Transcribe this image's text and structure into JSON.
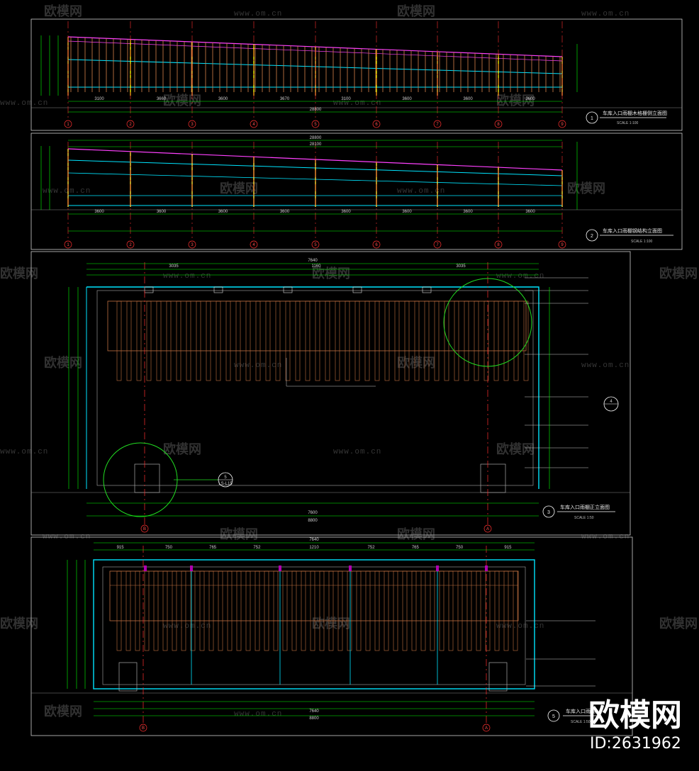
{
  "drawings": [
    {
      "number": "1",
      "title": "车库入口雨棚木格栅侧立面图",
      "scale": "SCALE 1:100",
      "dims_top": [
        "3100",
        "3660",
        "3600",
        "3670",
        "3100",
        "3600",
        "3600",
        "3600"
      ],
      "total": "28800",
      "grid": [
        "1",
        "2",
        "3",
        "4",
        "5",
        "6",
        "7",
        "8",
        "9"
      ]
    },
    {
      "number": "2",
      "title": "车库入口雨棚钢结构立面图",
      "scale": "SCALE 1:100",
      "total_top": "28800",
      "total_sub": "28100",
      "dims_bottom": [
        "3600",
        "3600",
        "3600",
        "3600",
        "3600",
        "3600",
        "3600",
        "3600"
      ],
      "grid": [
        "1",
        "2",
        "3",
        "4",
        "5",
        "6",
        "7",
        "8",
        "9"
      ]
    },
    {
      "number": "3",
      "title": "车库入口雨棚正立面图",
      "scale": "SCALE 1:50",
      "detail": {
        "number": "5",
        "sheet": "LS-L15"
      },
      "section": {
        "number": "4"
      },
      "total_top": "7640",
      "segments_top": [
        "3035",
        "1160",
        "3035"
      ],
      "total_bottom": "7600",
      "overall_bottom": "8800",
      "grid": [
        "B",
        "A"
      ]
    },
    {
      "number": "5",
      "title": "车库入口雨棚",
      "scale": "SCALE 1:50",
      "total_top": "7640",
      "segments_top": [
        "915",
        "750",
        "765",
        "752",
        "1210",
        "752",
        "765",
        "750",
        "915"
      ],
      "total_bottom": "7640",
      "overall_bottom": "8800",
      "grid": [
        "B",
        "A"
      ]
    }
  ],
  "watermarks": {
    "logo_text": "欧模网",
    "url_text": "www.om.cn",
    "brand": "欧模网",
    "id": "ID:2631962"
  },
  "colors": {
    "background": "#000000",
    "frame": "#ffffff",
    "dimension": "#00ff00",
    "rail_magenta": "#ff40ff",
    "rail_cyan": "#00e5ff",
    "post_yellow": "#ffff00",
    "slat_orange": "#d9824a",
    "axis_red": "#ff3030"
  }
}
